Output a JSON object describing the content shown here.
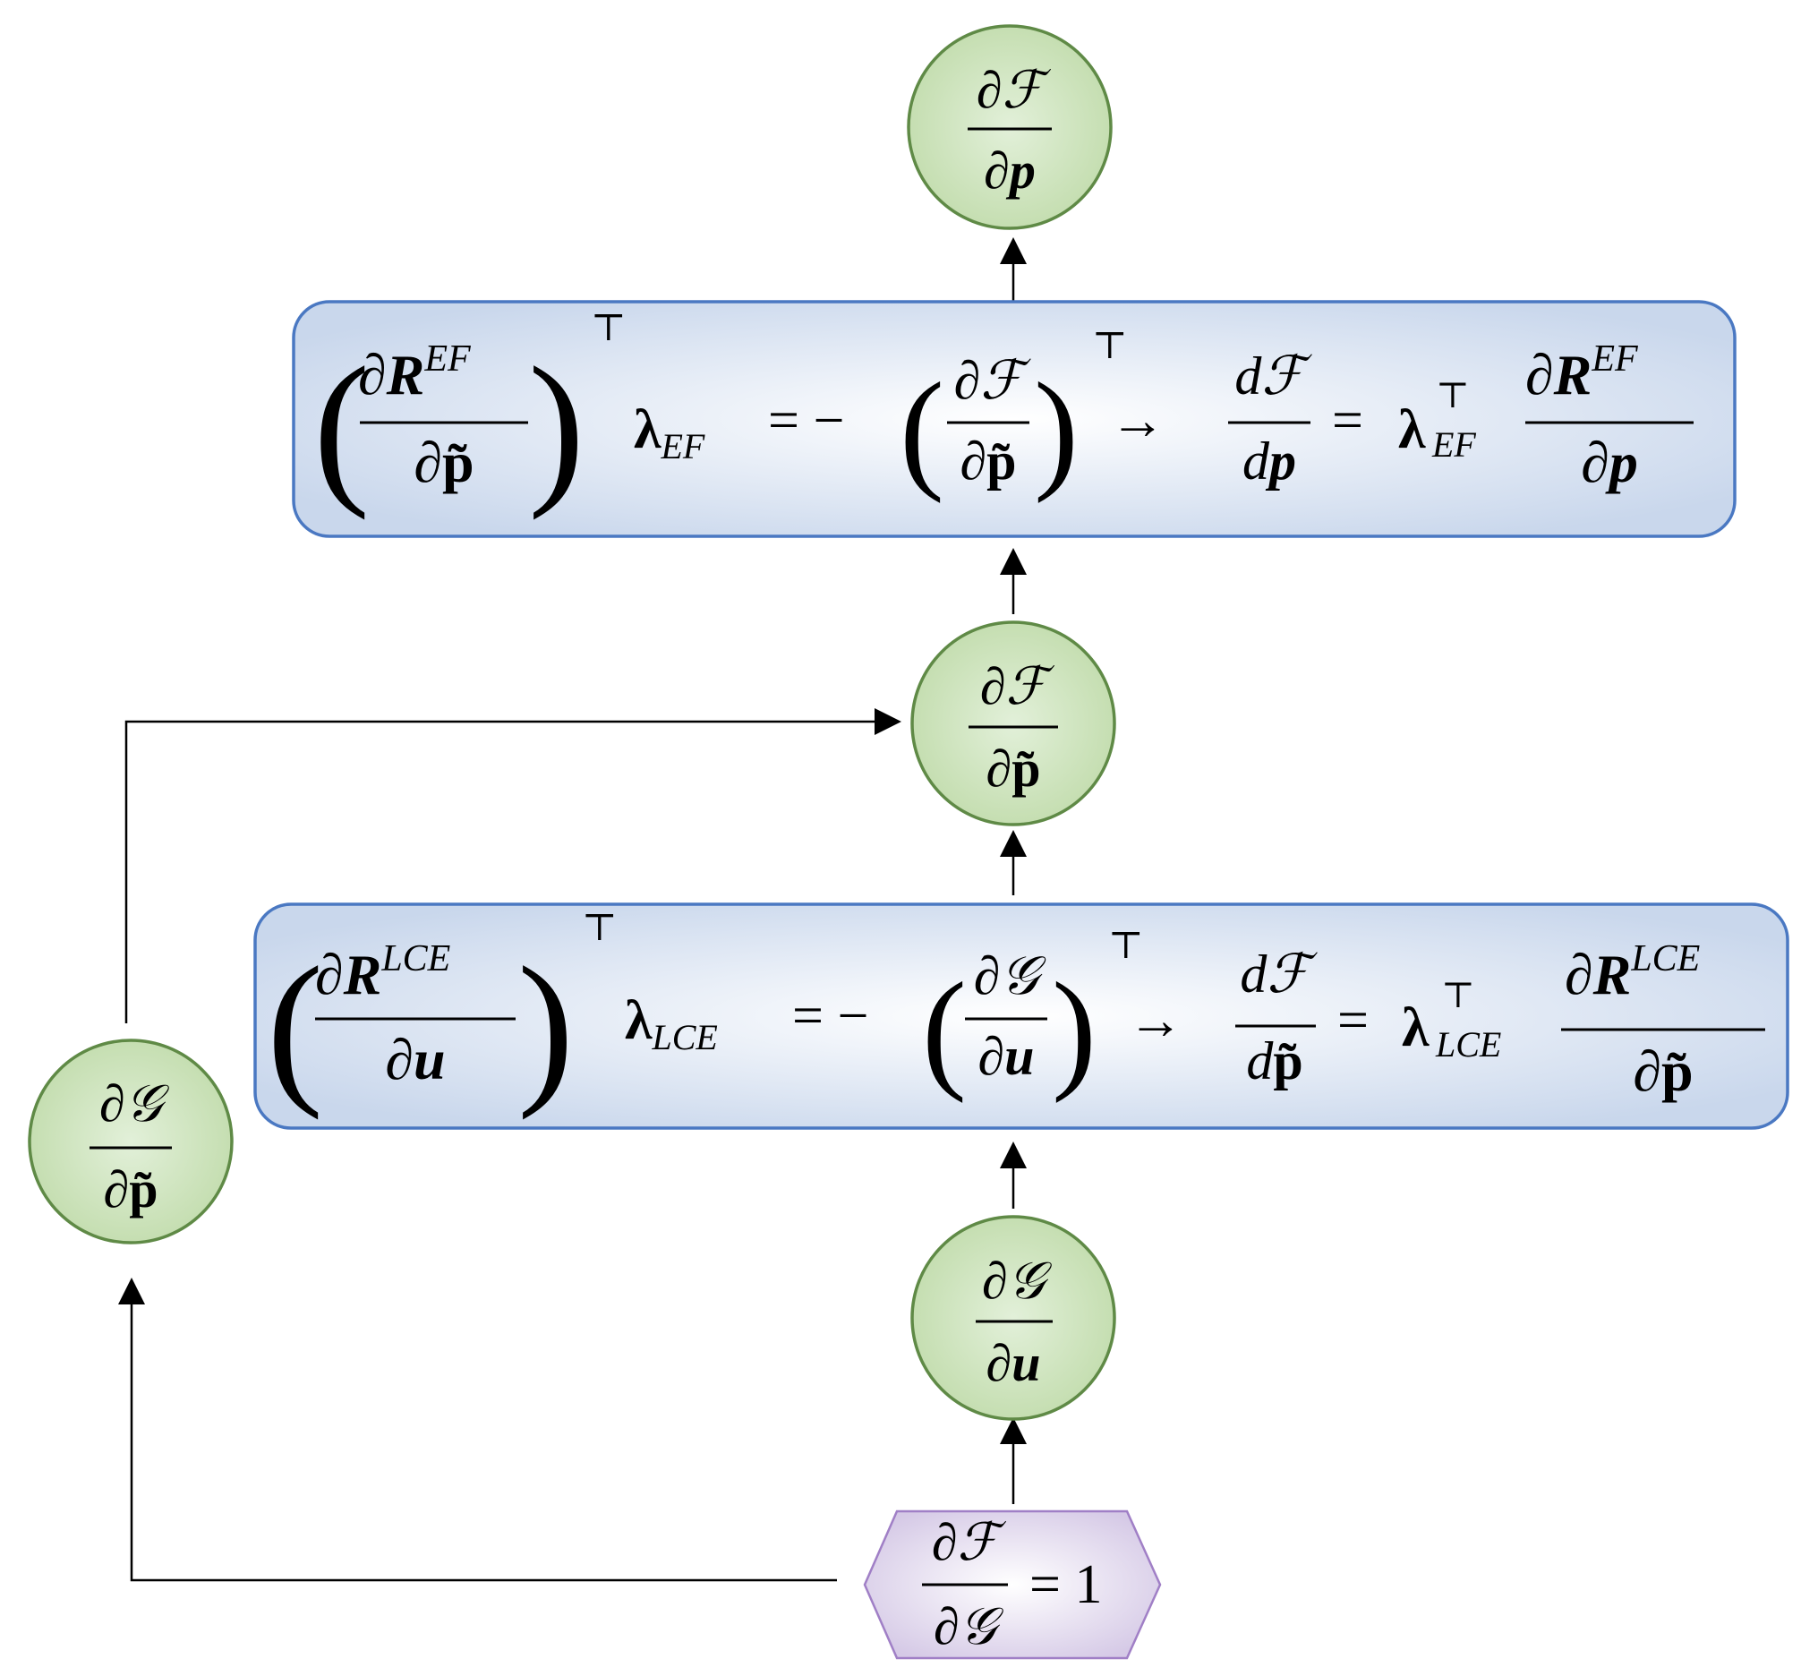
{
  "nodes": {
    "dF_dp": {
      "num_d": "∂",
      "num_v": "ℱ",
      "den_d": "∂",
      "den_v": "p"
    },
    "dF_dptilde": {
      "num_d": "∂",
      "num_v": "ℱ",
      "den_d": "∂",
      "den_v": "p̃"
    },
    "dG_dptilde": {
      "num_d": "∂",
      "num_v": "𝒢",
      "den_d": "∂",
      "den_v": "p̃"
    },
    "dG_du": {
      "num_d": "∂",
      "num_v": "𝒢",
      "den_d": "∂",
      "den_v": "u"
    },
    "start": {
      "num_d": "∂",
      "num_v": "ℱ",
      "den_d": "∂",
      "den_v": "𝒢",
      "rhs": "= 1"
    }
  },
  "boxes": {
    "ef": {
      "R": "R",
      "R_sup": "EF",
      "wrt": "p̃",
      "transpose": "⊤",
      "lambda": "λ",
      "lambda_sub": "EF",
      "eq_neg": "= −",
      "F": "ℱ",
      "arrow": "→",
      "total_num": "dℱ",
      "total_den_d": "d",
      "total_den_v": "p",
      "eq": "=",
      "final_R": "R",
      "final_sup": "EF",
      "final_wrt": "p",
      "partial": "∂"
    },
    "lce": {
      "R": "R",
      "R_sup": "LCE",
      "wrt": "u",
      "transpose": "⊤",
      "lambda": "λ",
      "lambda_sub": "LCE",
      "eq_neg": "= −",
      "F": "𝒢",
      "arrow": "→",
      "total_num": "dℱ",
      "total_den_d": "d",
      "total_den_v": "p̃",
      "eq": "=",
      "final_R": "R",
      "final_sup": "LCE",
      "final_wrt": "p̃",
      "partial": "∂"
    }
  },
  "colors": {
    "node_fill_center": "#e2f0d9",
    "node_fill_edge": "#c5deb1",
    "node_stroke": "#5f8a46",
    "box_fill_center": "#ffffff",
    "box_fill_edge": "#c9d7ec",
    "box_stroke": "#4a78c2",
    "hex_fill_center": "#ffffff",
    "hex_fill_edge": "#d5c9e6",
    "hex_stroke": "#a07fc6",
    "arrow": "#000000"
  }
}
